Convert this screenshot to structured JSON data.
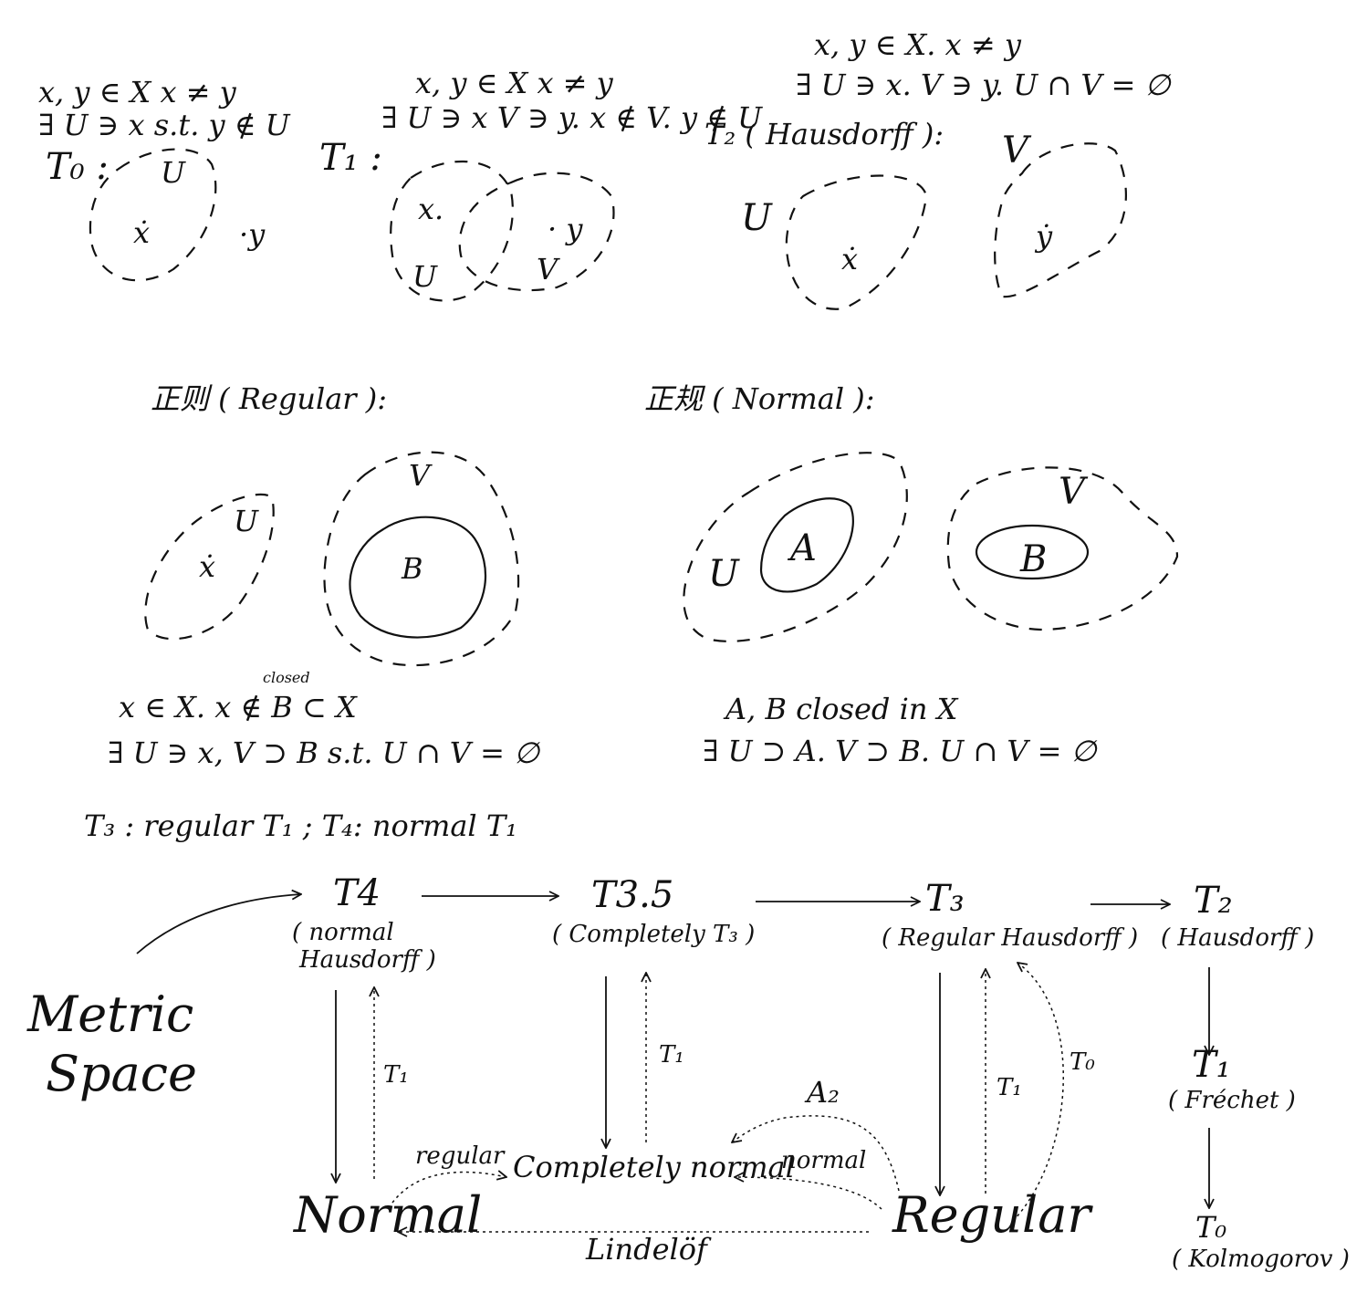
{
  "t0": {
    "def1": "x, y ∈ X  x ≠ y",
    "def2": "∃ U ∋ x  s.t.  y ∉ U",
    "label": "T₀ :",
    "u": "U",
    "x": "ẋ",
    "y": "·y"
  },
  "t1": {
    "def1": "x, y ∈ X  x ≠ y",
    "def2": "∃ U ∋ x  V ∋ y.  x ∉ V.  y ∉ U",
    "label": "T₁ :",
    "x": "x.",
    "y": "· y",
    "u": "U",
    "v": "V"
  },
  "t2": {
    "def1": "x, y ∈ X.  x ≠ y",
    "def2": "∃ U ∋ x. V ∋ y.   U ∩ V = ∅",
    "label": "T₂ ( Hausdorff ):",
    "u": "U",
    "v": "V",
    "x": "ẋ",
    "y": "ẏ"
  },
  "regular": {
    "title": "正则 ( Regular ):",
    "u": "U",
    "v": "V",
    "x": "ẋ",
    "b": "B",
    "closed_note": "closed",
    "def1": "x ∈ X.   x ∉ B ⊂ X",
    "def2": "∃ U ∋ x,  V ⊃ B  s.t.  U ∩ V = ∅"
  },
  "normal": {
    "title": "正规 ( Normal ):",
    "u": "U",
    "v": "V",
    "a": "A",
    "b": "B",
    "def1": "A, B closed in X",
    "def2": "∃  U ⊃ A.  V ⊃ B.   U ∩ V = ∅"
  },
  "summary": "T₃  :  regular T₁   ;   T₄: normal  T₁",
  "hierarchy": {
    "metric_1": "Metric",
    "metric_2": "Space",
    "t4": "T4",
    "t4_sub1": "( normal",
    "t4_sub2": "Hausdorff )",
    "t35": "T3.5",
    "t35_sub": "( Completely T₃ )",
    "t3": "T₃",
    "t3_sub": "( Regular Hausdorff )",
    "t2": "T₂",
    "t2_sub": "( Hausdorff )",
    "t1": "T₁",
    "t1_sub": "( Fréchet )",
    "t0": "T₀",
    "t0_sub": "( Kolmogorov )",
    "normal": "Normal",
    "completely_normal": "Completely normal",
    "regular": "Regular",
    "lbl_t1_a": "T₁",
    "lbl_t1_b": "T₁",
    "lbl_t1_c": "T₁",
    "lbl_t0": "T₀",
    "lbl_a2": "A₂",
    "lbl_regular": "regular",
    "lbl_normal": "normal",
    "lbl_lindelof": "Lindelöf"
  }
}
